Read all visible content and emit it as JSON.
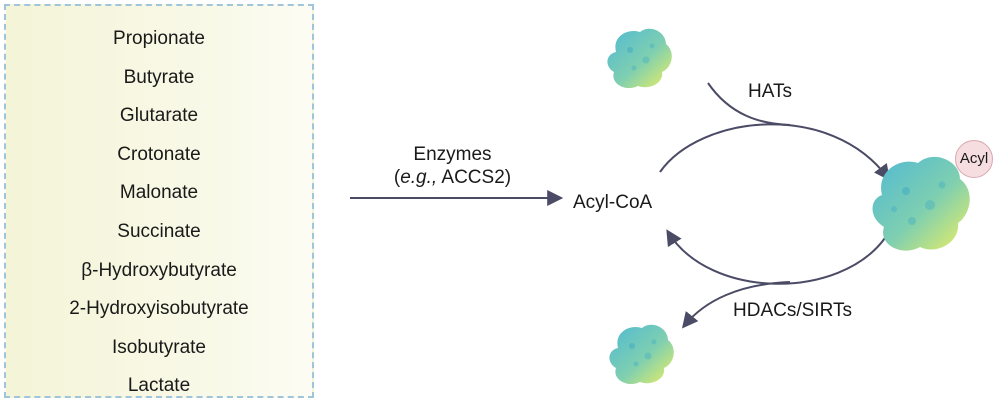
{
  "metabolites": [
    "Propionate",
    "Butyrate",
    "Glutarate",
    "Crotonate",
    "Malonate",
    "Succinate",
    "β-Hydroxybutyrate",
    "2-Hydroxyisobutyrate",
    "Isobutyrate",
    "Lactate"
  ],
  "enzymes": {
    "line1": "Enzymes",
    "line2_italic": "e.g.,",
    "line2_rest": " ACCS2)",
    "line2_open": "("
  },
  "acyl_coa": "Acyl-CoA",
  "hats": "HATs",
  "hdacs": "HDACs/SIRTs",
  "acyl_mark": "Acyl",
  "colors": {
    "arrow": "#4b4b66",
    "box_border": "#9ec5d9",
    "protein_blue": "#63c2c9",
    "protein_yellow": "#e6ef6a"
  }
}
